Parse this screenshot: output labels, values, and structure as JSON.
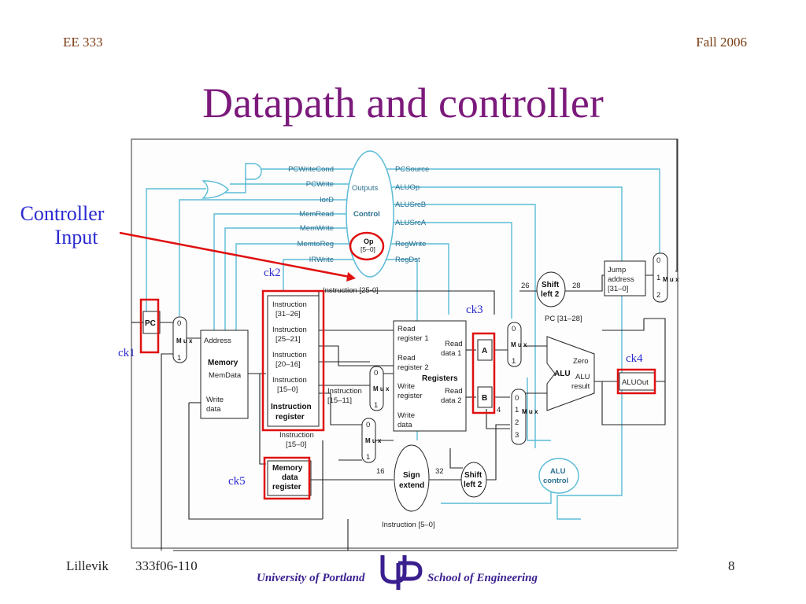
{
  "slide": {
    "course": "EE 333",
    "term": "Fall 2006",
    "title": "Datapath and controller",
    "page_number": "8"
  },
  "annotation": {
    "controller_line1": "Controller",
    "controller_line2": "Input"
  },
  "clocks": {
    "ck1": "ck1",
    "ck2": "ck2",
    "ck3": "ck3",
    "ck4": "ck4",
    "ck5": "ck5"
  },
  "footer": {
    "author": "Lillevik",
    "doc_id": "333f06-110",
    "university": "University of Portland",
    "school": "School of Engineering",
    "logo": "UP"
  },
  "control_unit": {
    "outputs_label": "Outputs",
    "control_label": "Control",
    "op_label": "Op",
    "op_bits": "[5–0]",
    "left_signals": [
      "PCWriteCond",
      "PCWrite",
      "IorD",
      "MemRead",
      "MemWrite",
      "MemtoReg",
      "IRWrite"
    ],
    "right_signals": [
      "PCSource",
      "ALUOp",
      "ALUSrcB",
      "ALUSrcA",
      "RegWrite",
      "RegDst"
    ]
  },
  "datapath": {
    "pc": "PC",
    "mux": "M u x",
    "mux_in0": "0",
    "mux_in1": "1",
    "mux_in2": "2",
    "mux_in3": "3",
    "memory": {
      "address": "Address",
      "title": "Memory",
      "memdata": "MemData",
      "write_data1": "Write",
      "write_data2": "data"
    },
    "instruction_register": {
      "f1a": "Instruction",
      "f1b": "[31–26]",
      "f2a": "Instruction",
      "f2b": "[25–21]",
      "f3a": "Instruction",
      "f3b": "[20–16]",
      "f4a": "Instruction",
      "f4b": "[15–0]",
      "name1": "Instruction",
      "name2": "register"
    },
    "instr_25_0": "Instruction [25-0]",
    "instr_15_11a": "Instruction",
    "instr_15_11b": "[15–11]",
    "instr_15_0a": "Instruction",
    "instr_15_0b": "[15–0]",
    "instr_5_0": "Instruction [5–0]",
    "mdr": {
      "l1": "Memory",
      "l2": "data",
      "l3": "register"
    },
    "registers": {
      "rr1a": "Read",
      "rr1b": "register 1",
      "rr2a": "Read",
      "rr2b": "register 2",
      "wra": "Write",
      "wrb": "register",
      "wda": "Write",
      "wdb": "data",
      "rd1a": "Read",
      "rd1b": "data 1",
      "rd2a": "Read",
      "rd2b": "data 2",
      "title": "Registers"
    },
    "reg_a": "A",
    "reg_b": "B",
    "four": "4",
    "sign_extend1": "Sign",
    "sign_extend2": "extend",
    "bits16": "16",
    "bits32": "32",
    "shift_left2a": "Shift",
    "shift_left2b": "left 2",
    "bits26": "26",
    "bits28": "28",
    "pc_31_28": "PC [31–28]",
    "jump1": "Jump",
    "jump2": "address",
    "jump3": "[31–0]",
    "alu": {
      "zero": "Zero",
      "name": "ALU",
      "result1": "ALU",
      "result2": "result"
    },
    "aluout": "ALUOut",
    "alu_control1": "ALU",
    "alu_control2": "control"
  },
  "colors": {
    "title": "#7b1a7b",
    "annotation": "#2a2ad0",
    "highlight": "#e01010",
    "control_wire": "#5bbbd6",
    "header": "#7a3b12"
  }
}
